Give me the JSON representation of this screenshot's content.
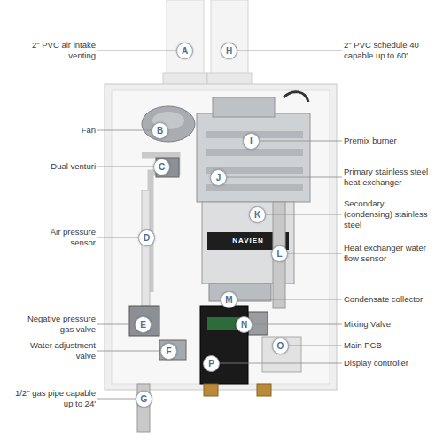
{
  "diagram": {
    "nodes": [
      {
        "text": [
          "A"
        ]
      },
      {
        "text": [
          "H"
        ]
      },
      {
        "text": [
          "B"
        ]
      },
      {
        "text": [
          "I"
        ]
      },
      {
        "text": [
          "C"
        ]
      },
      {
        "text": [
          "J"
        ]
      },
      {
        "text": [
          "K"
        ]
      },
      {
        "text": [
          "D"
        ]
      },
      {
        "text": [
          "L"
        ]
      },
      {
        "text": [
          "M"
        ]
      },
      {
        "text": [
          "E"
        ]
      },
      {
        "text": [
          "N"
        ]
      },
      {
        "text": [
          "O"
        ]
      },
      {
        "text": [
          "F"
        ]
      },
      {
        "text": [
          "P"
        ]
      },
      {
        "text": [
          "G"
        ]
      }
    ],
    "labels": [
      "2\" PVC air intake venting",
      "2\" PVC schedule 40 capable up to 60'",
      "Fan",
      "Premix burner",
      "Dual venturi",
      "Primary stainless steel heat exchanger",
      "Secondary (condensing) stainless steel",
      "Air pressure sensor",
      "Heat exchanger water flow sensor",
      "Condensate collector",
      "Negative pressure gas valve",
      "Mixing Valve",
      "Main PCB",
      "Water adjustment valve",
      "Display controller",
      "1/2\" gas pipe capable up to 24'",
      "NAVIEN"
    ]
  }
}
